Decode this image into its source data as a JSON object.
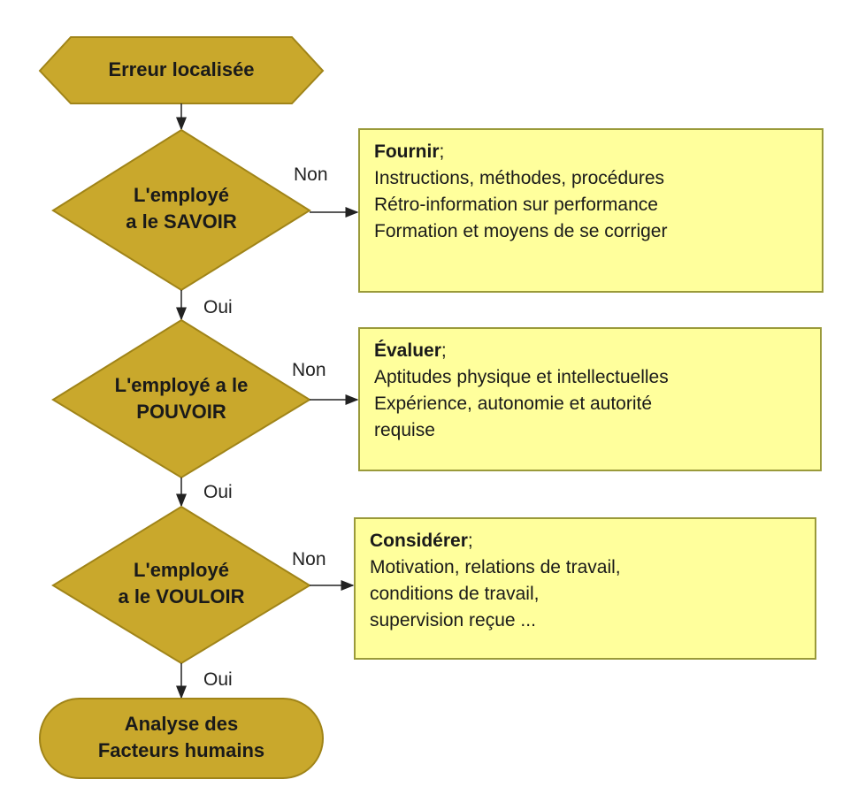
{
  "colors": {
    "shape_fill": "#c9a82c",
    "shape_stroke": "#a08418",
    "box_fill": "#ffff9c",
    "box_border": "#9a9a3a"
  },
  "start": {
    "label": "Erreur localisée"
  },
  "decisions": [
    {
      "line1": "L'employé",
      "line2": "a le SAVOIR",
      "no": "Non",
      "yes": "Oui",
      "box": {
        "title": "Fournir",
        "suffix": ";",
        "lines": [
          "Instructions, méthodes, procédures",
          "Rétro-information sur performance",
          "Formation et moyens de se corriger"
        ]
      }
    },
    {
      "line1": "L'employé a le",
      "line2": "POUVOIR",
      "no": "Non",
      "yes": "Oui",
      "box": {
        "title": "Évaluer",
        "suffix": ";",
        "lines": [
          "Aptitudes physique et intellectuelles",
          "Expérience, autonomie et autorité",
          "requise"
        ]
      }
    },
    {
      "line1": "L'employé",
      "line2": "a le VOULOIR",
      "no": "Non",
      "yes": "Oui",
      "box": {
        "title": "Considérer",
        "suffix": ";",
        "lines": [
          "Motivation, relations de travail,",
          "conditions de travail,",
          "supervision reçue ..."
        ]
      }
    }
  ],
  "end": {
    "line1": "Analyse des",
    "line2": "Facteurs humains"
  }
}
